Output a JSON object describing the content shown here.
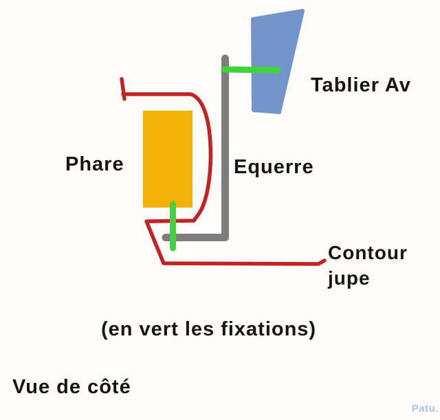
{
  "diagram": {
    "title_context": "Vue de côté",
    "labels": {
      "tablier": "Tablier Av",
      "phare": "Phare",
      "equerre": "Equerre",
      "contour_line1": "Contour",
      "contour_line2": "jupe",
      "caption": "(en vert les fixations)",
      "view": "Vue de côté",
      "watermark": "Patu."
    },
    "colors": {
      "tablier_blue": "#7394c9",
      "phare_orange": "#f4b208",
      "equerre_gray": "#7d7d7d",
      "contour_red": "#c32322",
      "fixation_green": "#3ed43a",
      "text": "#151515",
      "watermark_blue": "#a3c9dd",
      "background": "#fdfcfa"
    }
  }
}
